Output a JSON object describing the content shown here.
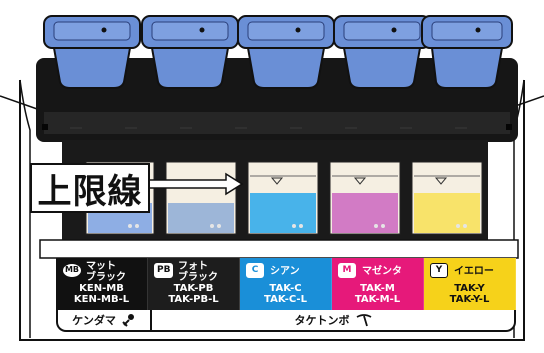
{
  "callout": {
    "text": "上限線"
  },
  "colors": {
    "matte_black": "#111111",
    "photo_black": "#1d1d1d",
    "cyan": "#1a8fd8",
    "magenta": "#e6197a",
    "yellow": "#f6d21a",
    "cap_blue": "#6a8fd6"
  },
  "inks": [
    {
      "badge": "MB",
      "name_line1": "マット",
      "name_line2": "ブラック",
      "code1": "KEN-MB",
      "code2": "KEN-MB-L"
    },
    {
      "badge": "PB",
      "name_line1": "フォト",
      "name_line2": "ブラック",
      "code1": "TAK-PB",
      "code2": "TAK-PB-L"
    },
    {
      "badge": "C",
      "name_line1": "シアン",
      "name_line2": "",
      "code1": "TAK-C",
      "code2": "TAK-C-L"
    },
    {
      "badge": "M",
      "name_line1": "マゼンタ",
      "name_line2": "",
      "code1": "TAK-M",
      "code2": "TAK-M-L"
    },
    {
      "badge": "Y",
      "name_line1": "イエロー",
      "name_line2": "",
      "code1": "TAK-Y",
      "code2": "TAK-Y-L"
    }
  ],
  "tools": {
    "left_label": "ケンダマ",
    "left_icon": "kendama-icon",
    "right_label": "タケトンボ",
    "right_icon": "taketombo-icon"
  }
}
